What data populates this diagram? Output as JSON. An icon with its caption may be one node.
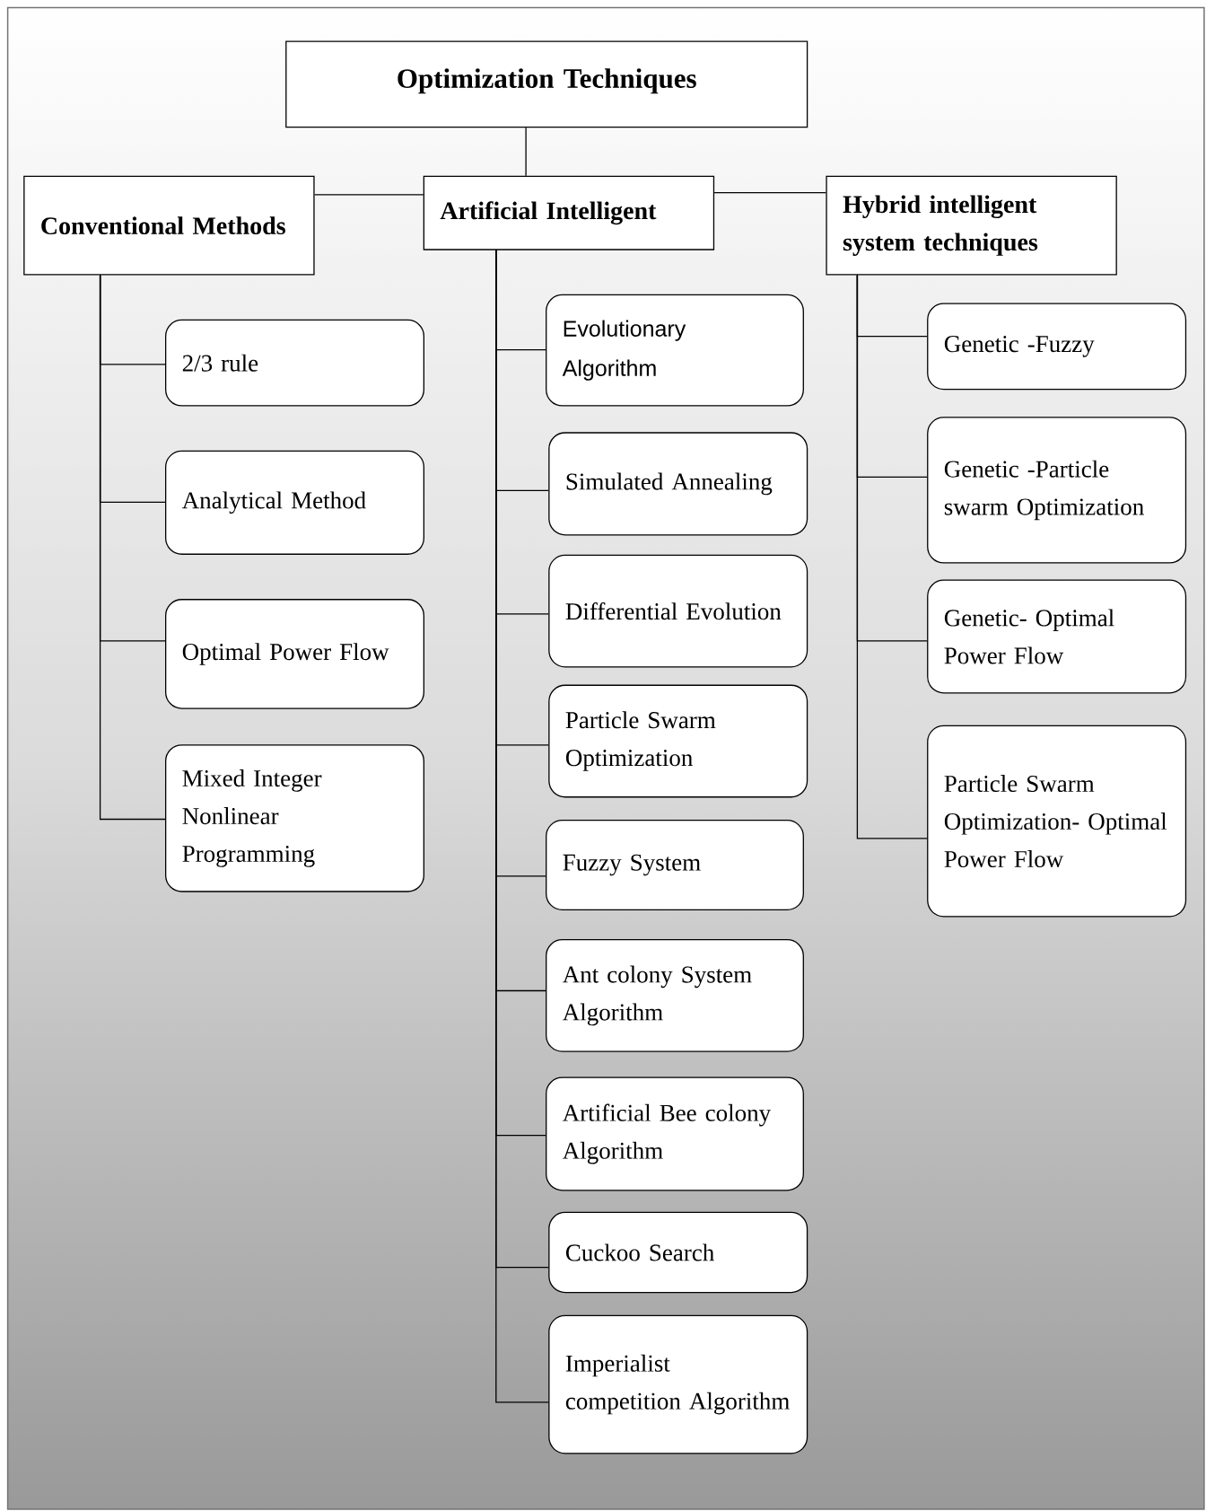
{
  "diagram": {
    "nodes": [
      {
        "text": [
          "Optimization Techniques"
        ]
      },
      {
        "text": [
          "Conventional Methods"
        ]
      },
      {
        "text": [
          "Artificial Intelligent"
        ]
      },
      {
        "text": [
          "Hybrid intelligent system techniques"
        ]
      },
      {
        "text": [
          "2/3 rule"
        ]
      },
      {
        "text": [
          "Analytical Method"
        ]
      },
      {
        "text": [
          "Optimal Power Flow"
        ]
      },
      {
        "text": [
          "Mixed Integer Nonlinear Programming"
        ]
      },
      {
        "text": [
          "Evolutionary Algorithm"
        ]
      },
      {
        "text": [
          "Simulated Annealing"
        ]
      },
      {
        "text": [
          "Differential Evolution"
        ]
      },
      {
        "text": [
          "Particle Swarm Optimization"
        ]
      },
      {
        "text": [
          "Fuzzy System"
        ]
      },
      {
        "text": [
          "Ant colony System Algorithm"
        ]
      },
      {
        "text": [
          "Artificial Bee colony Algorithm"
        ]
      },
      {
        "text": [
          "Cuckoo Search"
        ]
      },
      {
        "text": [
          "Imperialist competition Algorithm"
        ]
      },
      {
        "text": [
          "Genetic -Fuzzy"
        ]
      },
      {
        "text": [
          "Genetic -Particle swarm Optimization"
        ]
      },
      {
        "text": [
          "Genetic- Optimal Power Flow"
        ]
      },
      {
        "text": [
          "Particle Swarm Optimization- Optimal Power Flow"
        ]
      }
    ],
    "edges": [
      {
        "from": 0,
        "to": 2,
        "arrow": "none"
      },
      {
        "from": 2,
        "to": 1,
        "arrow": "none"
      },
      {
        "from": 2,
        "to": 3,
        "arrow": "none"
      },
      {
        "from": 1,
        "to": 4,
        "arrow": "none"
      },
      {
        "from": 1,
        "to": 5,
        "arrow": "none"
      },
      {
        "from": 1,
        "to": 6,
        "arrow": "none"
      },
      {
        "from": 1,
        "to": 7,
        "arrow": "none"
      },
      {
        "from": 2,
        "to": 8,
        "arrow": "none"
      },
      {
        "from": 2,
        "to": 9,
        "arrow": "none"
      },
      {
        "from": 2,
        "to": 10,
        "arrow": "none"
      },
      {
        "from": 2,
        "to": 11,
        "arrow": "none"
      },
      {
        "from": 2,
        "to": 12,
        "arrow": "none"
      },
      {
        "from": 2,
        "to": 13,
        "arrow": "none"
      },
      {
        "from": 2,
        "to": 14,
        "arrow": "none"
      },
      {
        "from": 2,
        "to": 15,
        "arrow": "none"
      },
      {
        "from": 2,
        "to": 16,
        "arrow": "none"
      },
      {
        "from": 3,
        "to": 17,
        "arrow": "none"
      },
      {
        "from": 3,
        "to": 18,
        "arrow": "none"
      },
      {
        "from": 3,
        "to": 19,
        "arrow": "none"
      },
      {
        "from": 3,
        "to": 20,
        "arrow": "none"
      }
    ]
  }
}
